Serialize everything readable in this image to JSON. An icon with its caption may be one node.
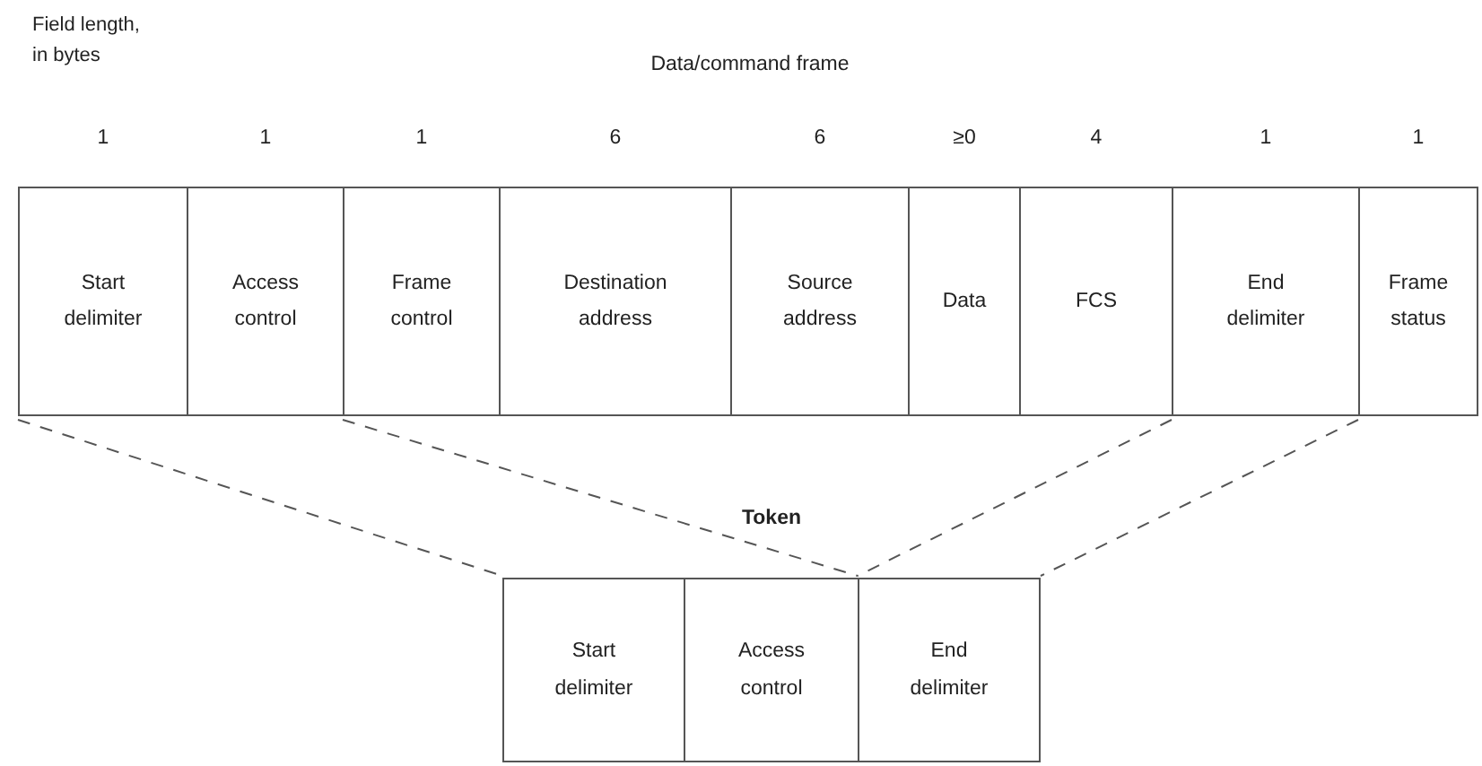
{
  "diagram": {
    "nodes": [
      {
        "text": [],
        "shape": "box"
      },
      {
        "text": [
          "Start delimiter"
        ],
        "in": 0,
        "beside": [
          "1"
        ]
      },
      {
        "text": [
          "Access control"
        ],
        "in": 0,
        "beside": [
          "1"
        ]
      },
      {
        "text": [
          "Frame control"
        ],
        "in": 0,
        "beside": [
          "1"
        ]
      },
      {
        "text": [
          "Destination address"
        ],
        "in": 0,
        "beside": [
          "6"
        ]
      },
      {
        "text": [
          "Source address"
        ],
        "in": 0,
        "beside": [
          "6"
        ]
      },
      {
        "text": [
          "Data"
        ],
        "in": 0,
        "beside": [
          "≥0"
        ]
      },
      {
        "text": [
          "FCS"
        ],
        "in": 0,
        "beside": [
          "4"
        ]
      },
      {
        "text": [
          "End delimiter"
        ],
        "in": 0,
        "beside": [
          "1"
        ]
      },
      {
        "text": [
          "Frame status"
        ],
        "in": 0,
        "beside": [
          "1"
        ]
      },
      {
        "text": [
          "Token"
        ]
      },
      {
        "text": [
          "Start delimiter"
        ],
        "in": 10
      },
      {
        "text": [
          "Access control"
        ],
        "in": 10
      },
      {
        "text": [
          "End delimiter"
        ],
        "in": 10
      }
    ],
    "edges": [
      {
        "from": 1,
        "to": 11,
        "arrow": "none",
        "style": "dashed"
      },
      {
        "from": 2,
        "to": 12,
        "arrow": "none",
        "style": "dashed"
      },
      {
        "from": 8,
        "to": 13,
        "arrow": "none",
        "style": "dashed"
      },
      {
        "from": 8,
        "to": 13,
        "arrow": "none",
        "style": "dashed"
      }
    ],
    "labels": [
      "Field length, in bytes",
      "Data/command frame"
    ]
  }
}
